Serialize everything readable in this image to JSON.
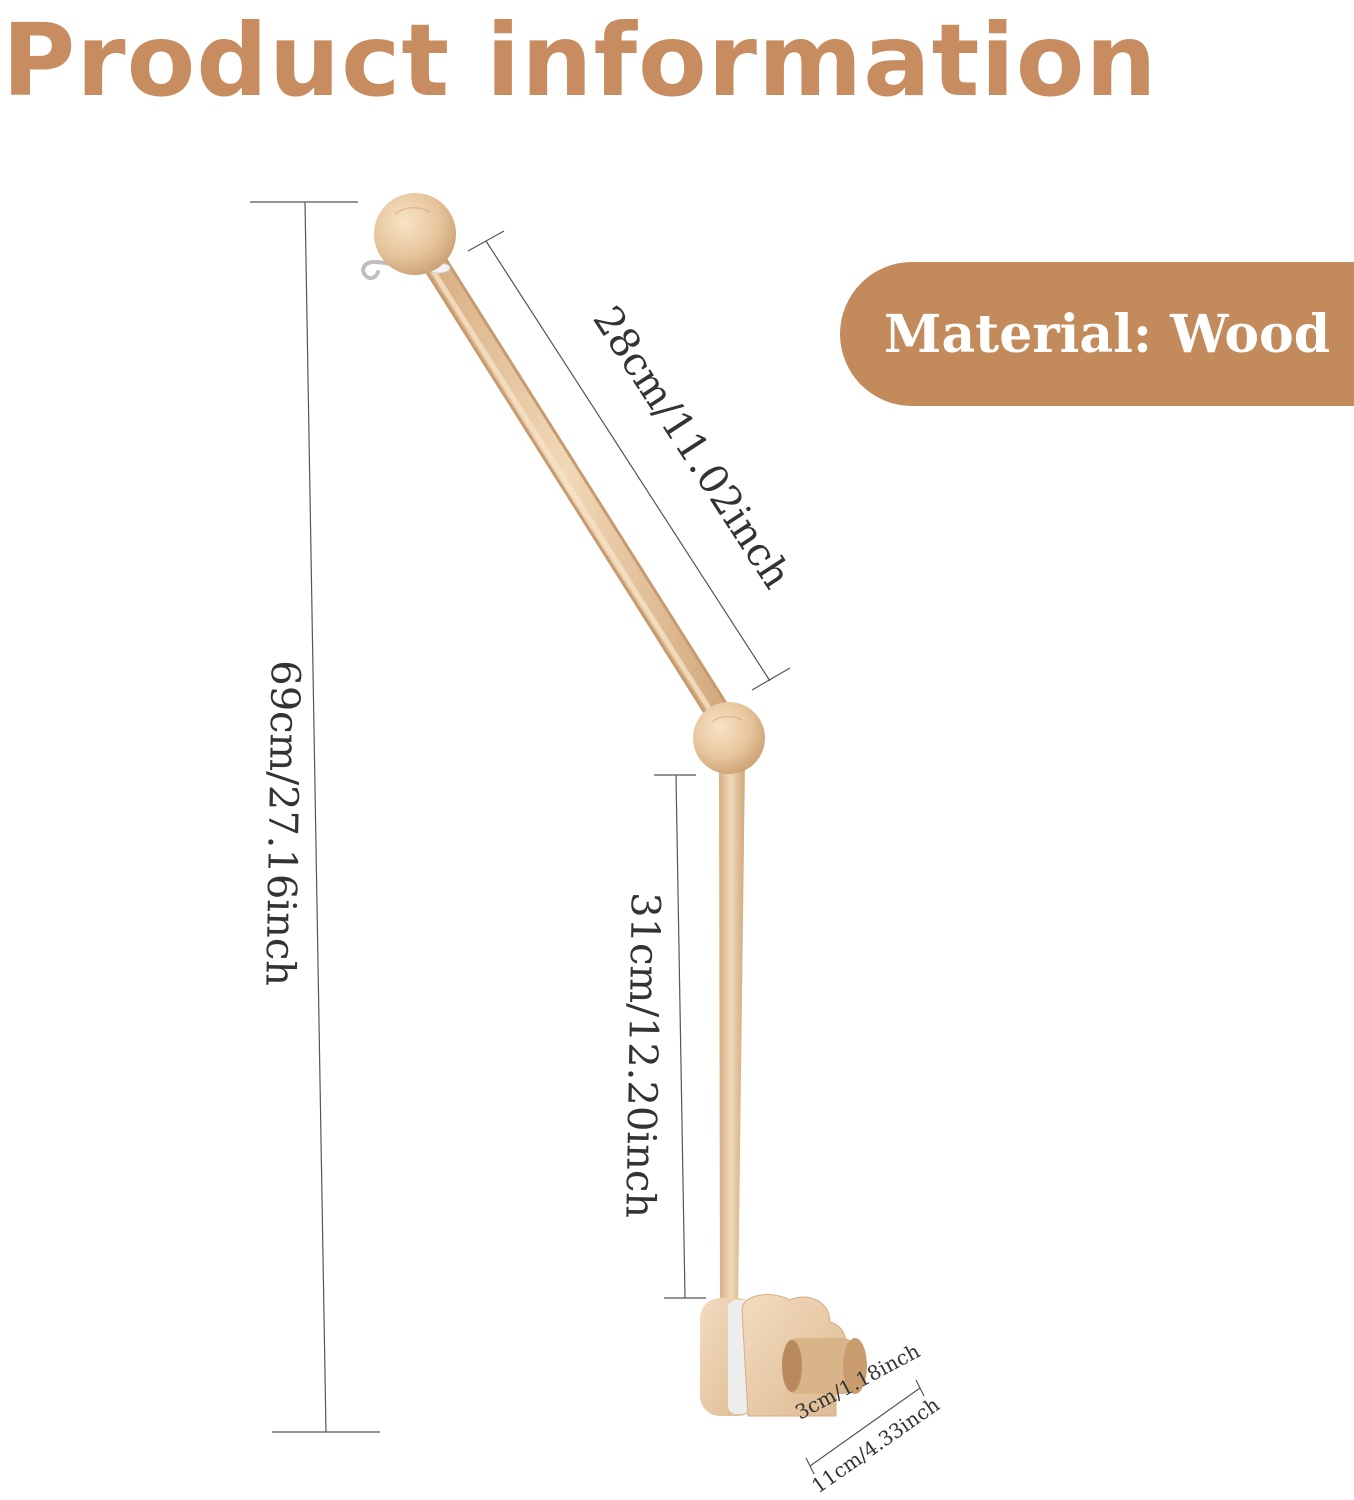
{
  "title": "Product information",
  "material_badge": "Material: Wood",
  "dimensions": {
    "total_height": "69cm/27.16inch",
    "upper_arm": "28cm/11.02inch",
    "lower_rod": "31cm/12.20inch",
    "clamp_diameter": "3cm/1.18inch",
    "base_width": "11cm/4.33inch"
  },
  "colors": {
    "title": "#c78d60",
    "badge_background": "#c38a5c",
    "badge_text": "#ffffff",
    "wood": "#e8c9a3"
  }
}
